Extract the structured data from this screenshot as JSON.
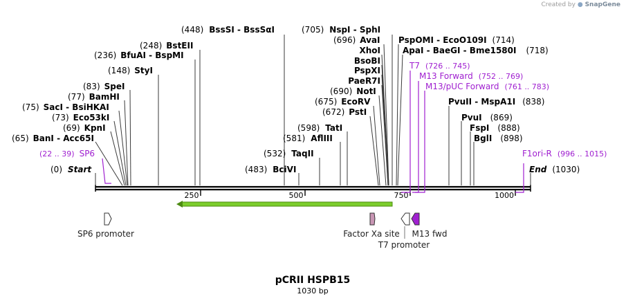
{
  "credit": {
    "prefix": "Created by",
    "brand": "SnapGene"
  },
  "title": "pCRII HSPB15",
  "subtitle": "1030 bp",
  "map": {
    "length": 1030,
    "ticks": [
      "250",
      "500",
      "750",
      "1000"
    ],
    "colors": {
      "site": "#000000",
      "primer": "#a020d0",
      "orf": "#7ccd2c",
      "promoter": "#ffffff",
      "factor": "#c896b4",
      "m13fwd": "#a020d0"
    }
  },
  "sites": [
    {
      "pos": "(0)",
      "name": "Start",
      "bp": 0,
      "italic": true
    },
    {
      "pos": "(65)",
      "name": "BanI  - Acc65I",
      "bp": 65
    },
    {
      "pos": "(69)",
      "name": "KpnI",
      "bp": 69
    },
    {
      "pos": "(73)",
      "name": "Eco53kI",
      "bp": 73
    },
    {
      "pos": "(75)",
      "name": "SacI  - BsiHKAI",
      "bp": 75
    },
    {
      "pos": "(77)",
      "name": "BamHI",
      "bp": 77
    },
    {
      "pos": "(83)",
      "name": "SpeI",
      "bp": 83
    },
    {
      "pos": "(148)",
      "name": "StyI",
      "bp": 148
    },
    {
      "pos": "(236)",
      "name": "BfuAI  - BspMI",
      "bp": 236
    },
    {
      "pos": "(248)",
      "name": "BstEII",
      "bp": 248
    },
    {
      "pos": "(448)",
      "name": "BssSI  - BssSαI",
      "bp": 448
    },
    {
      "pos": "(483)",
      "name": "BciVI",
      "bp": 483
    },
    {
      "pos": "(532)",
      "name": "TaqII",
      "bp": 532
    },
    {
      "pos": "(581)",
      "name": "AflIII",
      "bp": 581
    },
    {
      "pos": "(598)",
      "name": "TatI",
      "bp": 598
    },
    {
      "pos": "(672)",
      "name": "PstI",
      "bp": 672
    },
    {
      "pos": "(675)",
      "name": "EcoRV",
      "bp": 675
    },
    {
      "pos": "(690)",
      "name": "NotI",
      "bp": 690
    },
    {
      "pos": "",
      "name": "PaeR7I",
      "bp": 694
    },
    {
      "pos": "",
      "name": "PspXI",
      "bp": 694
    },
    {
      "pos": "",
      "name": "BsoBI",
      "bp": 696
    },
    {
      "pos": "",
      "name": "XhoI",
      "bp": 696
    },
    {
      "pos": "(696)",
      "name": "AvaI",
      "bp": 696
    },
    {
      "pos": "(705)",
      "name": "NspI  - SphI",
      "bp": 705
    },
    {
      "pos": "(714)",
      "name": "PspOMI  - EcoO109I",
      "bp": 714
    },
    {
      "pos": "(718)",
      "name": "ApaI  - BaeGI  - Bme1580I",
      "bp": 718
    },
    {
      "pos": "(838)",
      "name": "PvuII  - MspA1I",
      "bp": 838
    },
    {
      "pos": "(869)",
      "name": "PvuI",
      "bp": 869
    },
    {
      "pos": "(888)",
      "name": "FspI",
      "bp": 888
    },
    {
      "pos": "(898)",
      "name": "BglI",
      "bp": 898
    },
    {
      "pos": "(1030)",
      "name": "End",
      "bp": 1030,
      "italic": true
    }
  ],
  "primers": [
    {
      "name": "SP6",
      "range": "(22 .. 39)"
    },
    {
      "name": "T7",
      "range": "(726 .. 745)"
    },
    {
      "name": "M13 Forward",
      "range": "(752 .. 769)"
    },
    {
      "name": "M13/pUC Forward",
      "range": "(761 .. 783)"
    },
    {
      "name": "F1ori-R",
      "range": "(996 .. 1015)"
    }
  ],
  "features": [
    {
      "name": "SP6 promoter"
    },
    {
      "name": "Factor Xa site"
    },
    {
      "name": "T7 promoter"
    },
    {
      "name": "M13 fwd"
    }
  ]
}
